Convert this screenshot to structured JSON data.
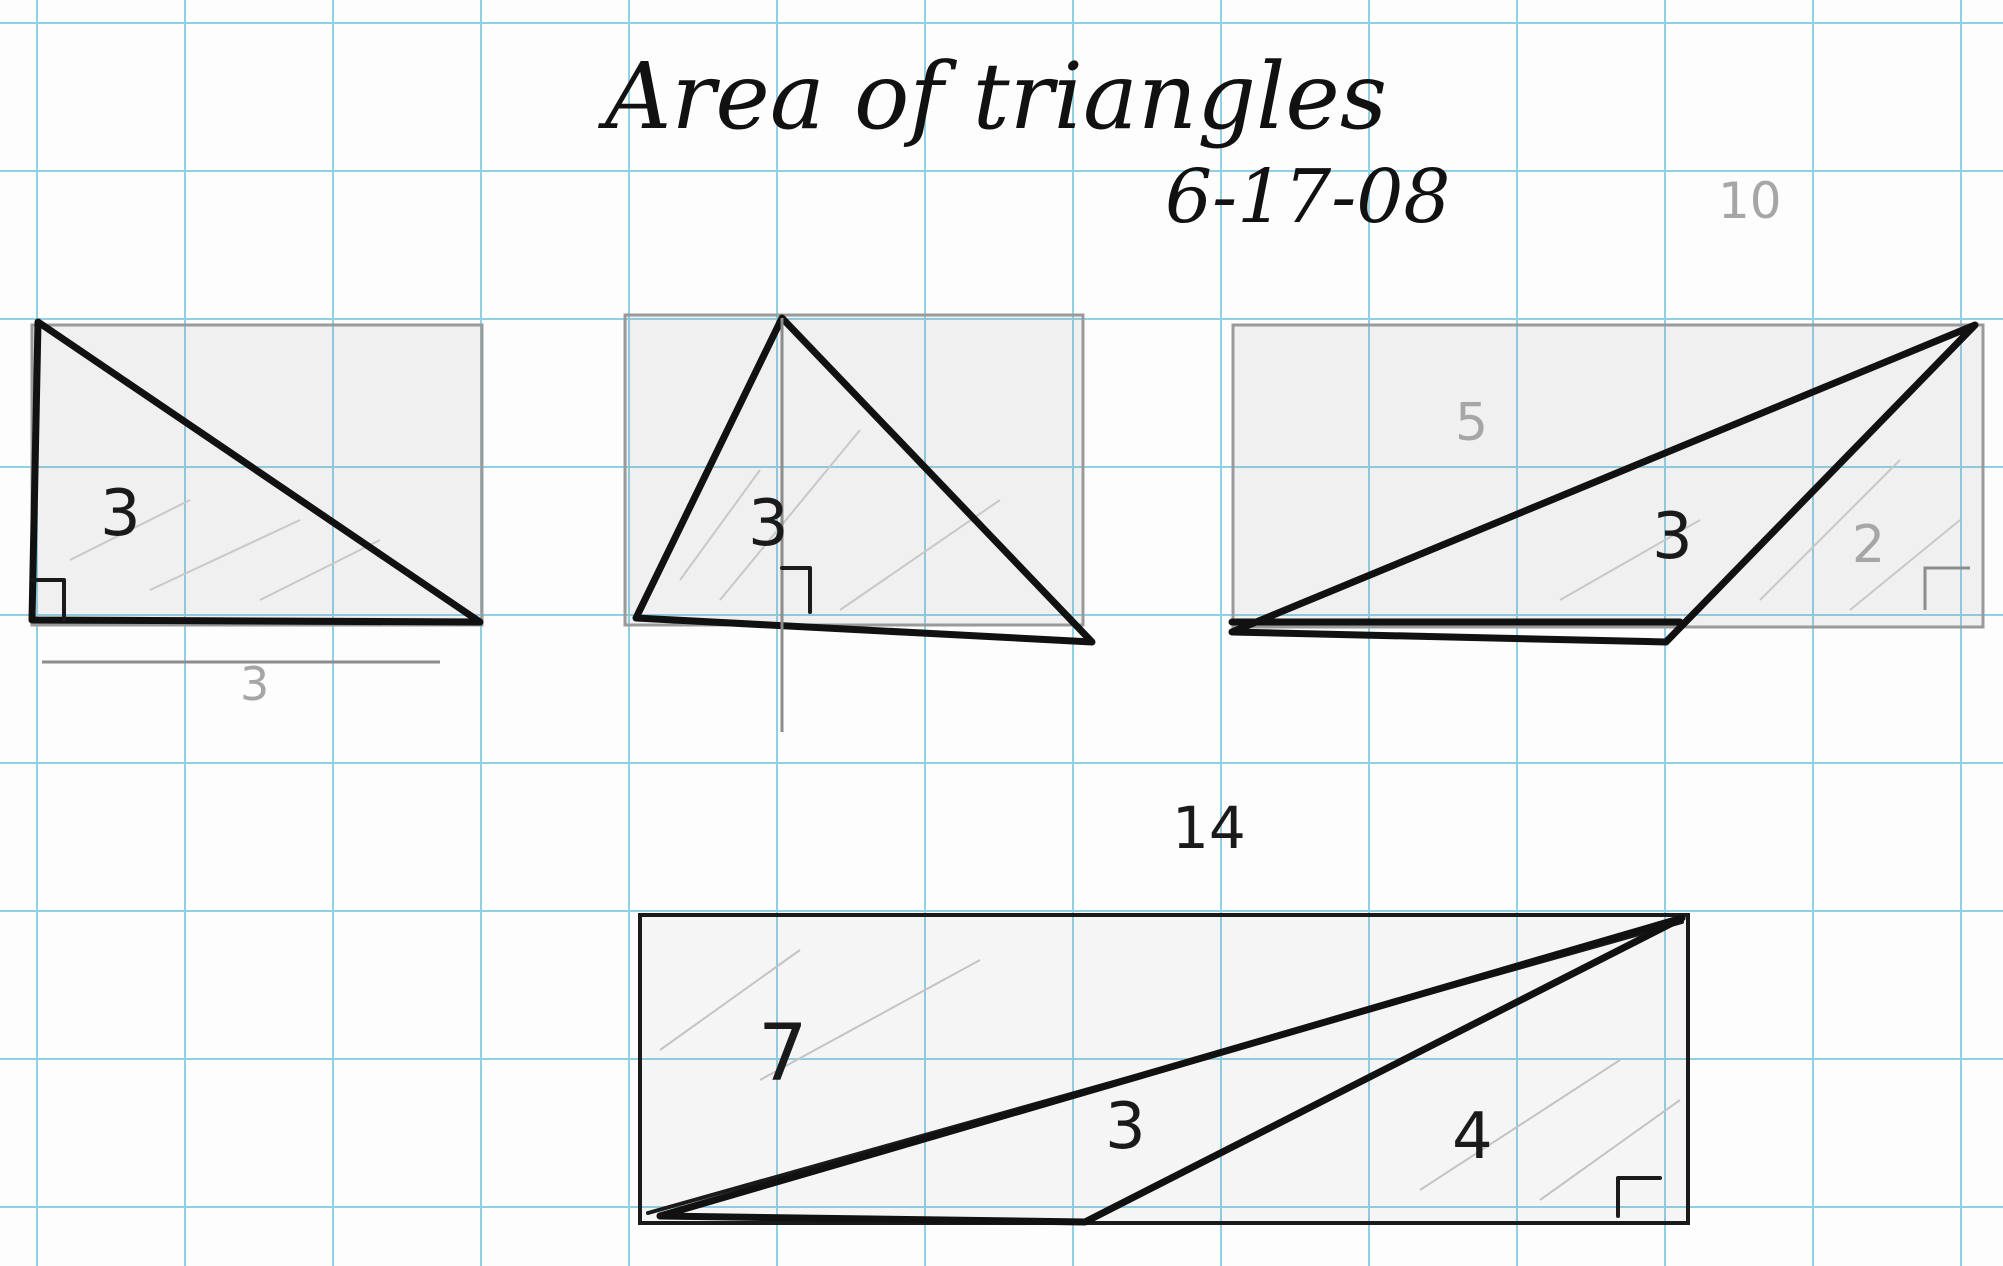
{
  "title": "Area of triangles",
  "date": "6-17-08",
  "figures": {
    "fig1": {
      "height_label": "3",
      "base_label": "3"
    },
    "fig2": {
      "height_label": "3"
    },
    "fig3": {
      "width_label": "5",
      "middle_label": "3",
      "right_label": "2",
      "corner_label": "10"
    },
    "fig4": {
      "top_label": "14",
      "left_label": "7",
      "middle_label": "3",
      "right_label": "4"
    }
  }
}
